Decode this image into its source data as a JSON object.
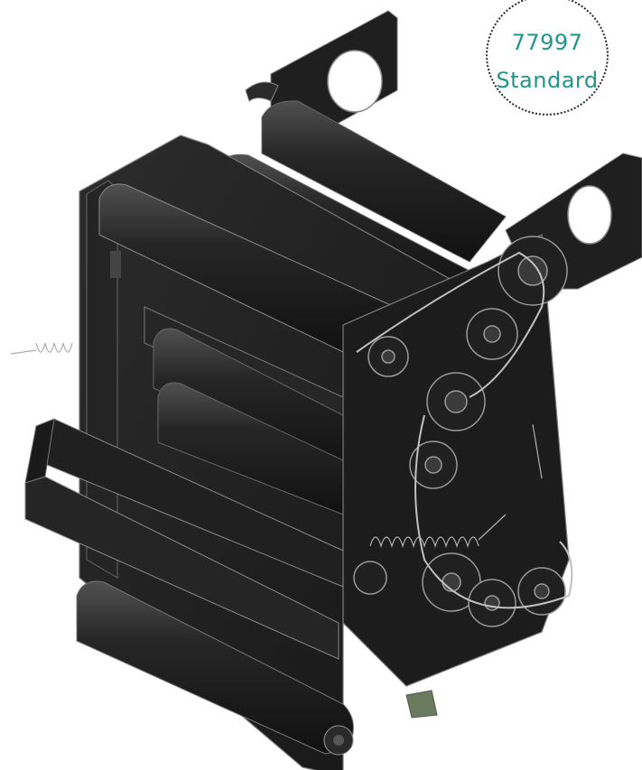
{
  "badge": {
    "part_number": "77997",
    "category": "Standard",
    "text_color": "#1f958c"
  },
  "image": {
    "subject": "machine-assembly",
    "primary_color": "#1e1e1e"
  }
}
